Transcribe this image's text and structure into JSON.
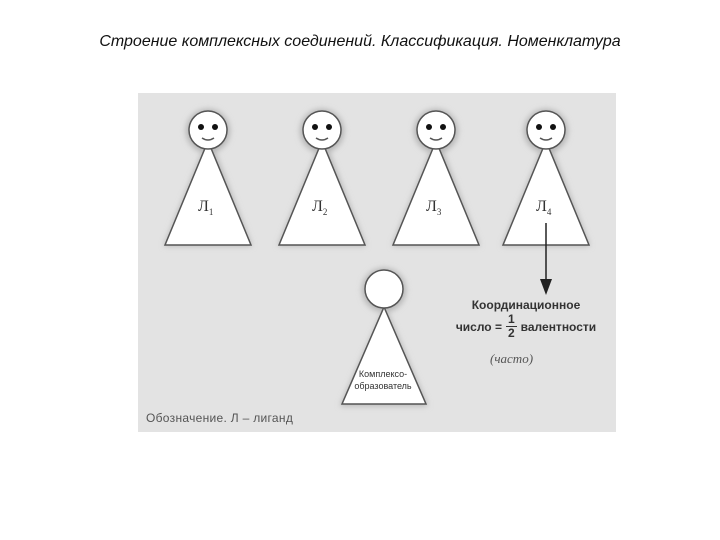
{
  "slide": {
    "title": "Строение комплексных соединений. Классификация. Номенклатура"
  },
  "diagram": {
    "ligands": [
      {
        "letter": "Л",
        "index": "1"
      },
      {
        "letter": "Л",
        "index": "2"
      },
      {
        "letter": "Л",
        "index": "3"
      },
      {
        "letter": "Л",
        "index": "4"
      }
    ],
    "central_label_line1": "Комплексо-",
    "central_label_line2": "образователь",
    "coordination": {
      "line1": "Координационное",
      "line2_prefix": "число =",
      "fraction_num": "1",
      "fraction_den": "2",
      "line2_suffix": "валентности",
      "note": "(часто)"
    },
    "legend": "Обозначение. Л – лиганд",
    "colors": {
      "background": "#e3e3e3",
      "figure_fill": "#ffffff",
      "outline": "#555555"
    }
  }
}
